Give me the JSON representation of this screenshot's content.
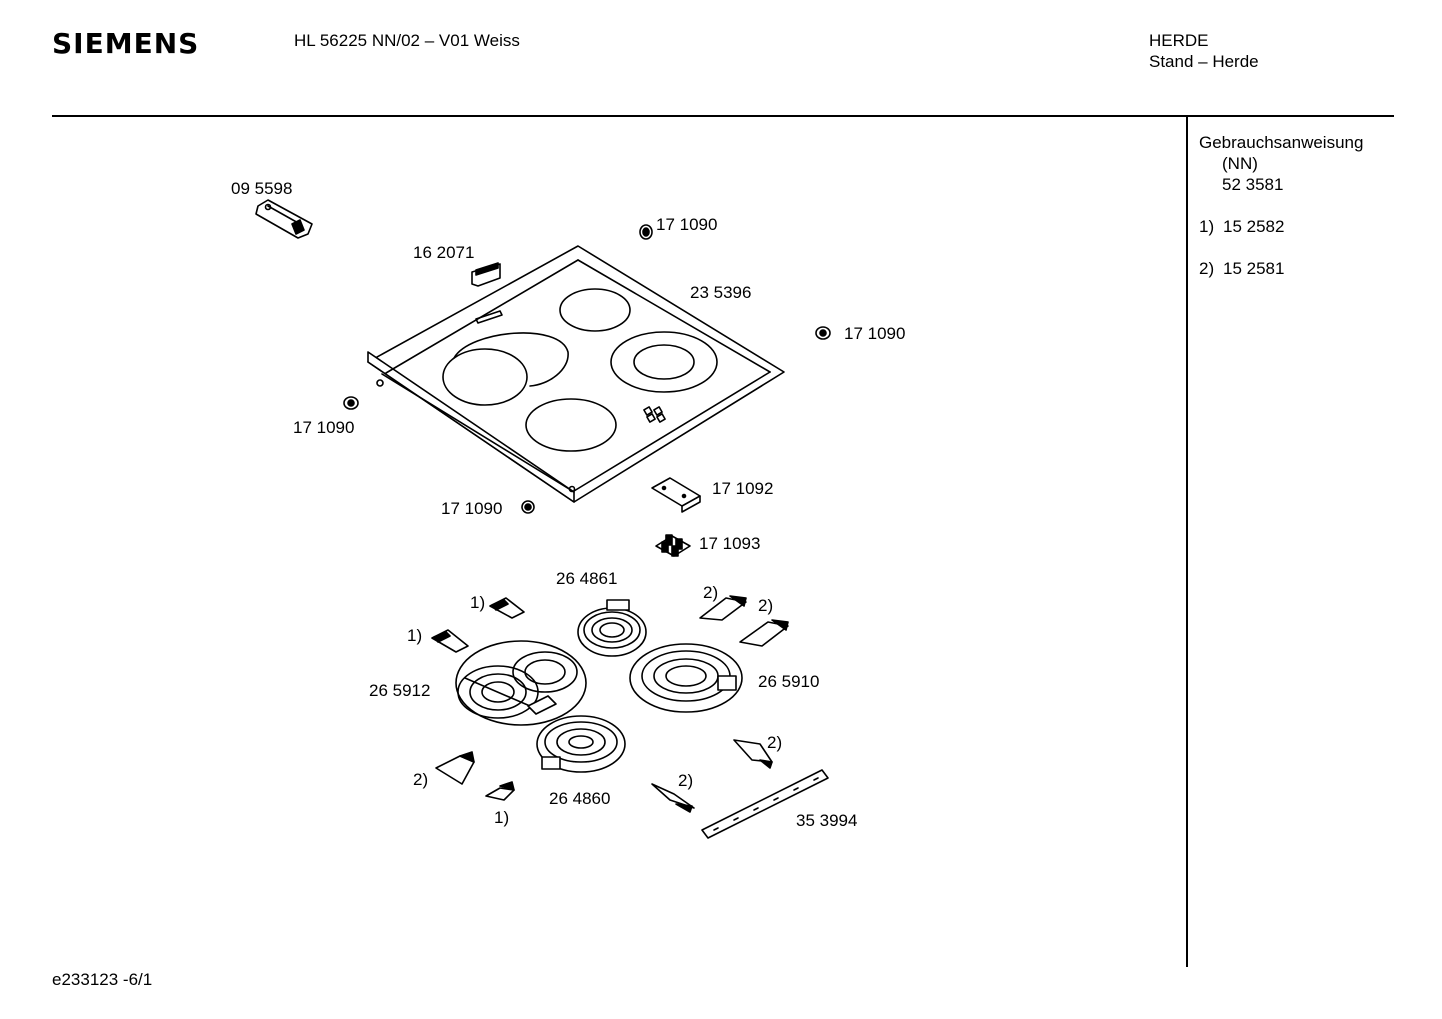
{
  "header": {
    "brand": "SIEMENS",
    "model": "HL 56225 NN/02 – V01 Weiss",
    "category": "HERDE",
    "subcategory": "Stand – Herde"
  },
  "sidebar": {
    "manual_title": "Gebrauchsanweisung",
    "manual_variant": "(NN)",
    "manual_number": "52 3581",
    "notes": [
      {
        "marker": "1)",
        "part": "15 2582"
      },
      {
        "marker": "2)",
        "part": "15 2581"
      }
    ]
  },
  "footer": {
    "drawing_id": "e233123 -6/1"
  },
  "diagram": {
    "part_labels": {
      "p095598": "09 5598",
      "p162071": "16 2071",
      "p171090_top": "17 1090",
      "p235396": "23 5396",
      "p171090_right": "17 1090",
      "p171090_left": "17 1090",
      "p171090_bottom": "17 1090",
      "p171092": "17 1092",
      "p171093": "17 1093",
      "p264861": "26 4861",
      "p265912": "26 5912",
      "p265910": "26 5910",
      "p264860": "26 4860",
      "p353994": "35 3994"
    },
    "footnote_marks": {
      "m1a": "1)",
      "m1b": "1)",
      "m1c": "1)",
      "m2a": "2)",
      "m2b": "2)",
      "m2c": "2)",
      "m2d": "2)",
      "m2e": "2)"
    }
  }
}
